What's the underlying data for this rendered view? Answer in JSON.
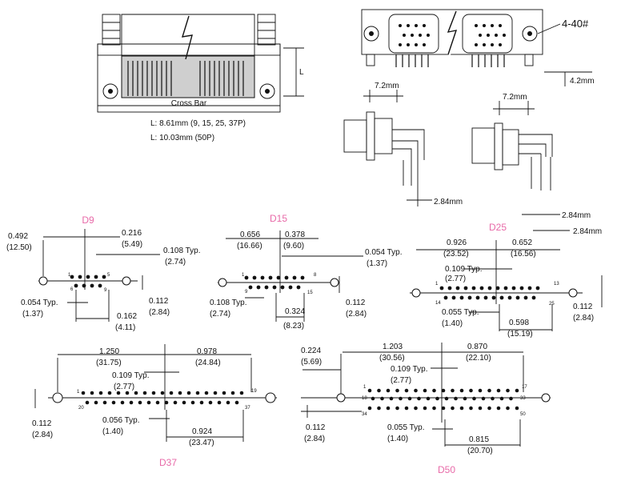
{
  "top": {
    "cross_bar": "Cross Bar",
    "l_label": "L",
    "l_note_1": "L: 8.61mm (9, 15, 25, 37P)",
    "l_note_2": "L: 10.03mm (50P)",
    "screw_label": "4-40#",
    "height_label": "4.2mm",
    "side1_top": "7.2mm",
    "side1_bottom": "2.84mm",
    "side2_top": "7.2mm",
    "side2_bottom_a": "2.84mm",
    "side2_bottom_b": "2.84mm"
  },
  "d9": {
    "title": "D9",
    "d1": "0.492",
    "d1m": "(12.50)",
    "d2": "0.216",
    "d2m": "(5.49)",
    "d3": "0.108 Typ.",
    "d3m": "(2.74)",
    "d4": "0.054 Typ.",
    "d4m": "(1.37)",
    "d5": "0.112",
    "d5m": "(2.84)",
    "d6": "0.162",
    "d6m": "(4.11)",
    "p1": "1",
    "p5": "5",
    "p6": "6",
    "p9": "9"
  },
  "d15": {
    "title": "D15",
    "d1": "0.656",
    "d1m": "(16.66)",
    "d2": "0.378",
    "d2m": "(9.60)",
    "d3": "0.054 Typ.",
    "d3m": "(1.37)",
    "d4": "0.108 Typ.",
    "d4m": "(2.74)",
    "d5": "0.324",
    "d5m": "(8.23)",
    "d6": "0.112",
    "d6m": "(2.84)",
    "p1": "1",
    "p8": "8",
    "p9": "9",
    "p15": "15"
  },
  "d25": {
    "title": "D25",
    "d1": "0.926",
    "d1m": "(23.52)",
    "d2": "0.652",
    "d2m": "(16.56)",
    "d3": "0.109 Typ.",
    "d3m": "(2.77)",
    "d4": "0.055 Typ.",
    "d4m": "(1.40)",
    "d5": "0.598",
    "d5m": "(15.19)",
    "d6": "0.112",
    "d6m": "(2.84)",
    "p1": "1",
    "p13": "13",
    "p14": "14",
    "p25": "25"
  },
  "d37": {
    "title": "D37",
    "d1": "1.250",
    "d1m": "(31.75)",
    "d2": "0.978",
    "d2m": "(24.84)",
    "d3": "0.109 Typ.",
    "d3m": "(2.77)",
    "d4": "0.112",
    "d4m": "(2.84)",
    "d5": "0.056 Typ.",
    "d5m": "(1.40)",
    "d6": "0.924",
    "d6m": "(23.47)",
    "p1": "1",
    "p19": "19",
    "p20": "20",
    "p37": "37"
  },
  "d50": {
    "title": "D50",
    "d1": "0.224",
    "d1m": "(5.69)",
    "d2": "1.203",
    "d2m": "(30.56)",
    "d3": "0.870",
    "d3m": "(22.10)",
    "d4": "0.109 Typ.",
    "d4m": "(2.77)",
    "d5": "0.112",
    "d5m": "(2.84)",
    "d6": "0.055 Typ.",
    "d6m": "(1.40)",
    "d7": "0.815",
    "d7m": "(20.70)",
    "p1": "1",
    "p17": "17",
    "p18": "18",
    "p33": "33",
    "p34": "34",
    "p50": "50"
  }
}
